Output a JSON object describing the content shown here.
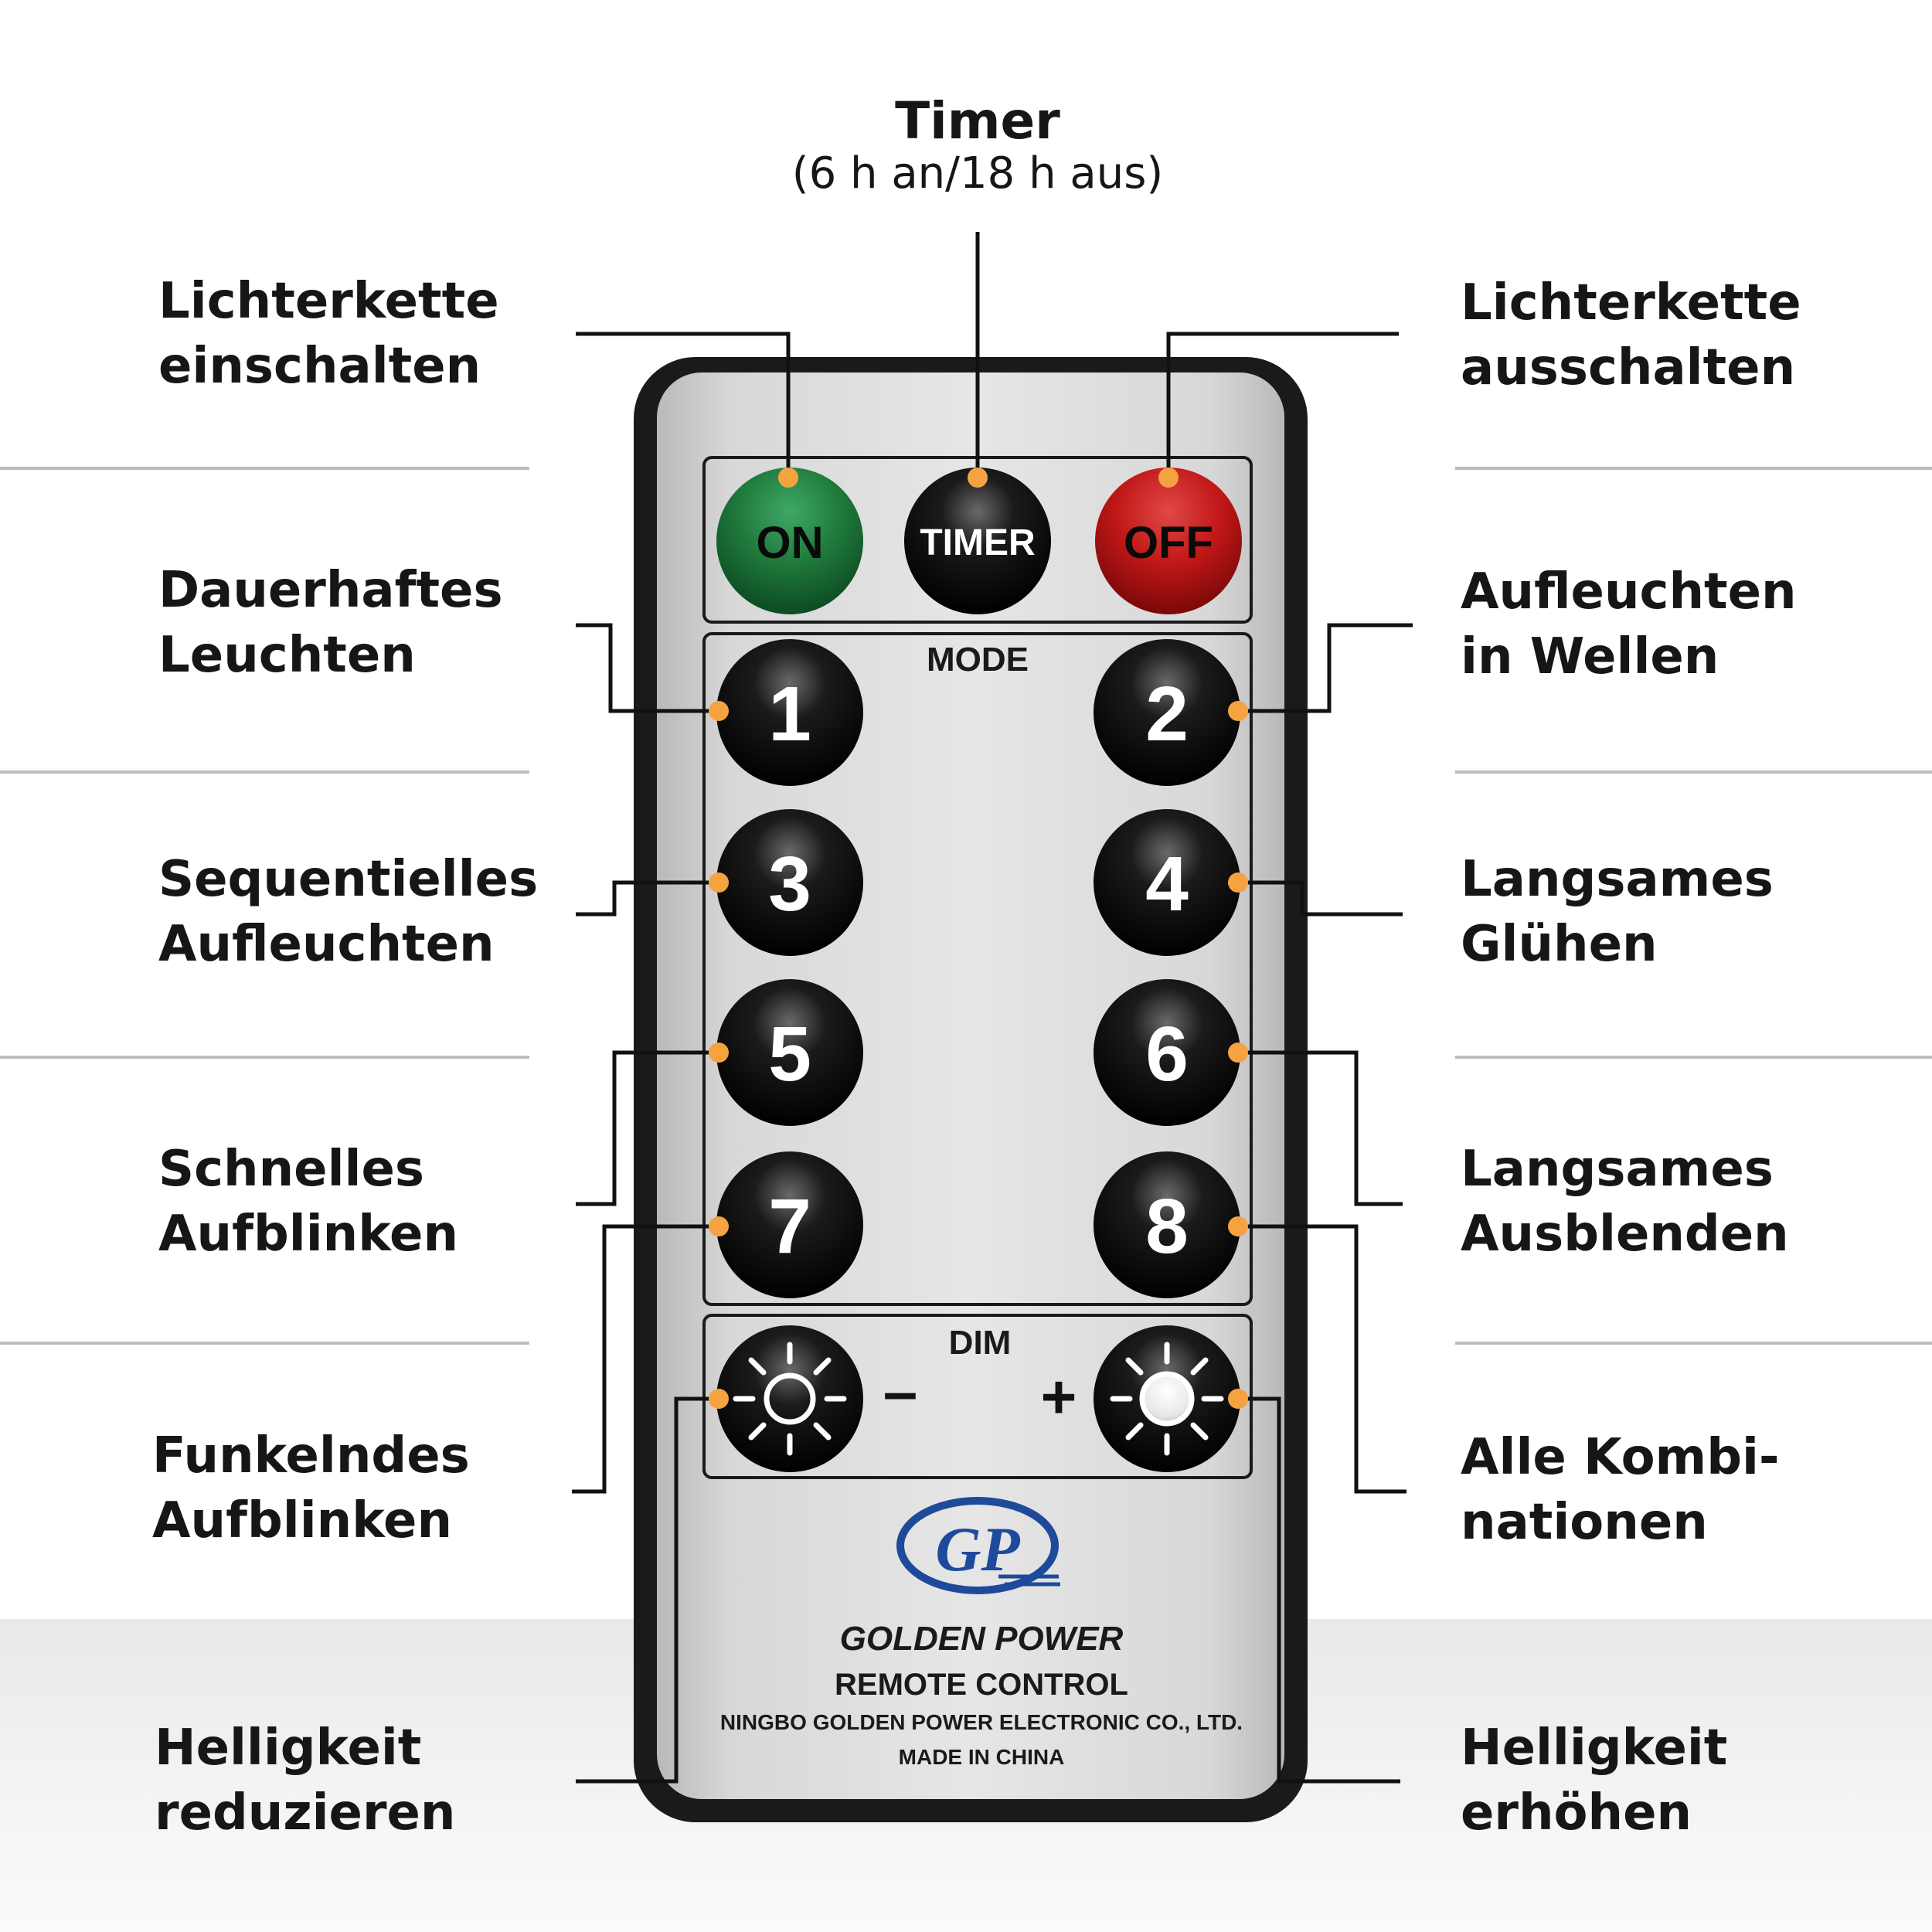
{
  "timer": {
    "title": "Timer",
    "subtitle": "(6 h an/18 h aus)"
  },
  "labels": {
    "on": [
      "Lichterkette",
      "einschalten"
    ],
    "off": [
      "Lichterkette",
      "ausschalten"
    ],
    "mode1": [
      "Dauerhaftes",
      "Leuchten"
    ],
    "mode2": [
      "Aufleuchten",
      "in Wellen"
    ],
    "mode3": [
      "Sequentielles",
      "Aufleuchten"
    ],
    "mode4": [
      "Langsames",
      "Glühen"
    ],
    "mode5": [
      "Schnelles",
      "Aufblinken"
    ],
    "mode6": [
      "Langsames",
      "Ausblenden"
    ],
    "mode7": [
      "Funkelndes",
      "Aufblinken"
    ],
    "mode8": [
      "Alle Kombi-",
      "nationen"
    ],
    "dim_minus": [
      "Helligkeit",
      "reduzieren"
    ],
    "dim_plus": [
      "Helligkeit",
      "erhöhen"
    ]
  },
  "remote": {
    "buttons": {
      "on": "ON",
      "timer": "TIMER",
      "off": "OFF",
      "minus": "–",
      "plus": "+"
    },
    "mode_label": "MODE",
    "dim_label": "DIM",
    "numbers": [
      "1",
      "2",
      "3",
      "4",
      "5",
      "6",
      "7",
      "8"
    ],
    "logo": "GP",
    "brand": "GOLDEN POWER",
    "product": "REMOTE CONTROL",
    "company": "NINGBO GOLDEN POWER ELECTRONIC CO., LTD.",
    "origin": "MADE IN CHINA"
  },
  "colors": {
    "on_button": "#1f7a3c",
    "off_button": "#c21818",
    "dot": "#f4a340",
    "remote_body": "#cfcfcf"
  }
}
